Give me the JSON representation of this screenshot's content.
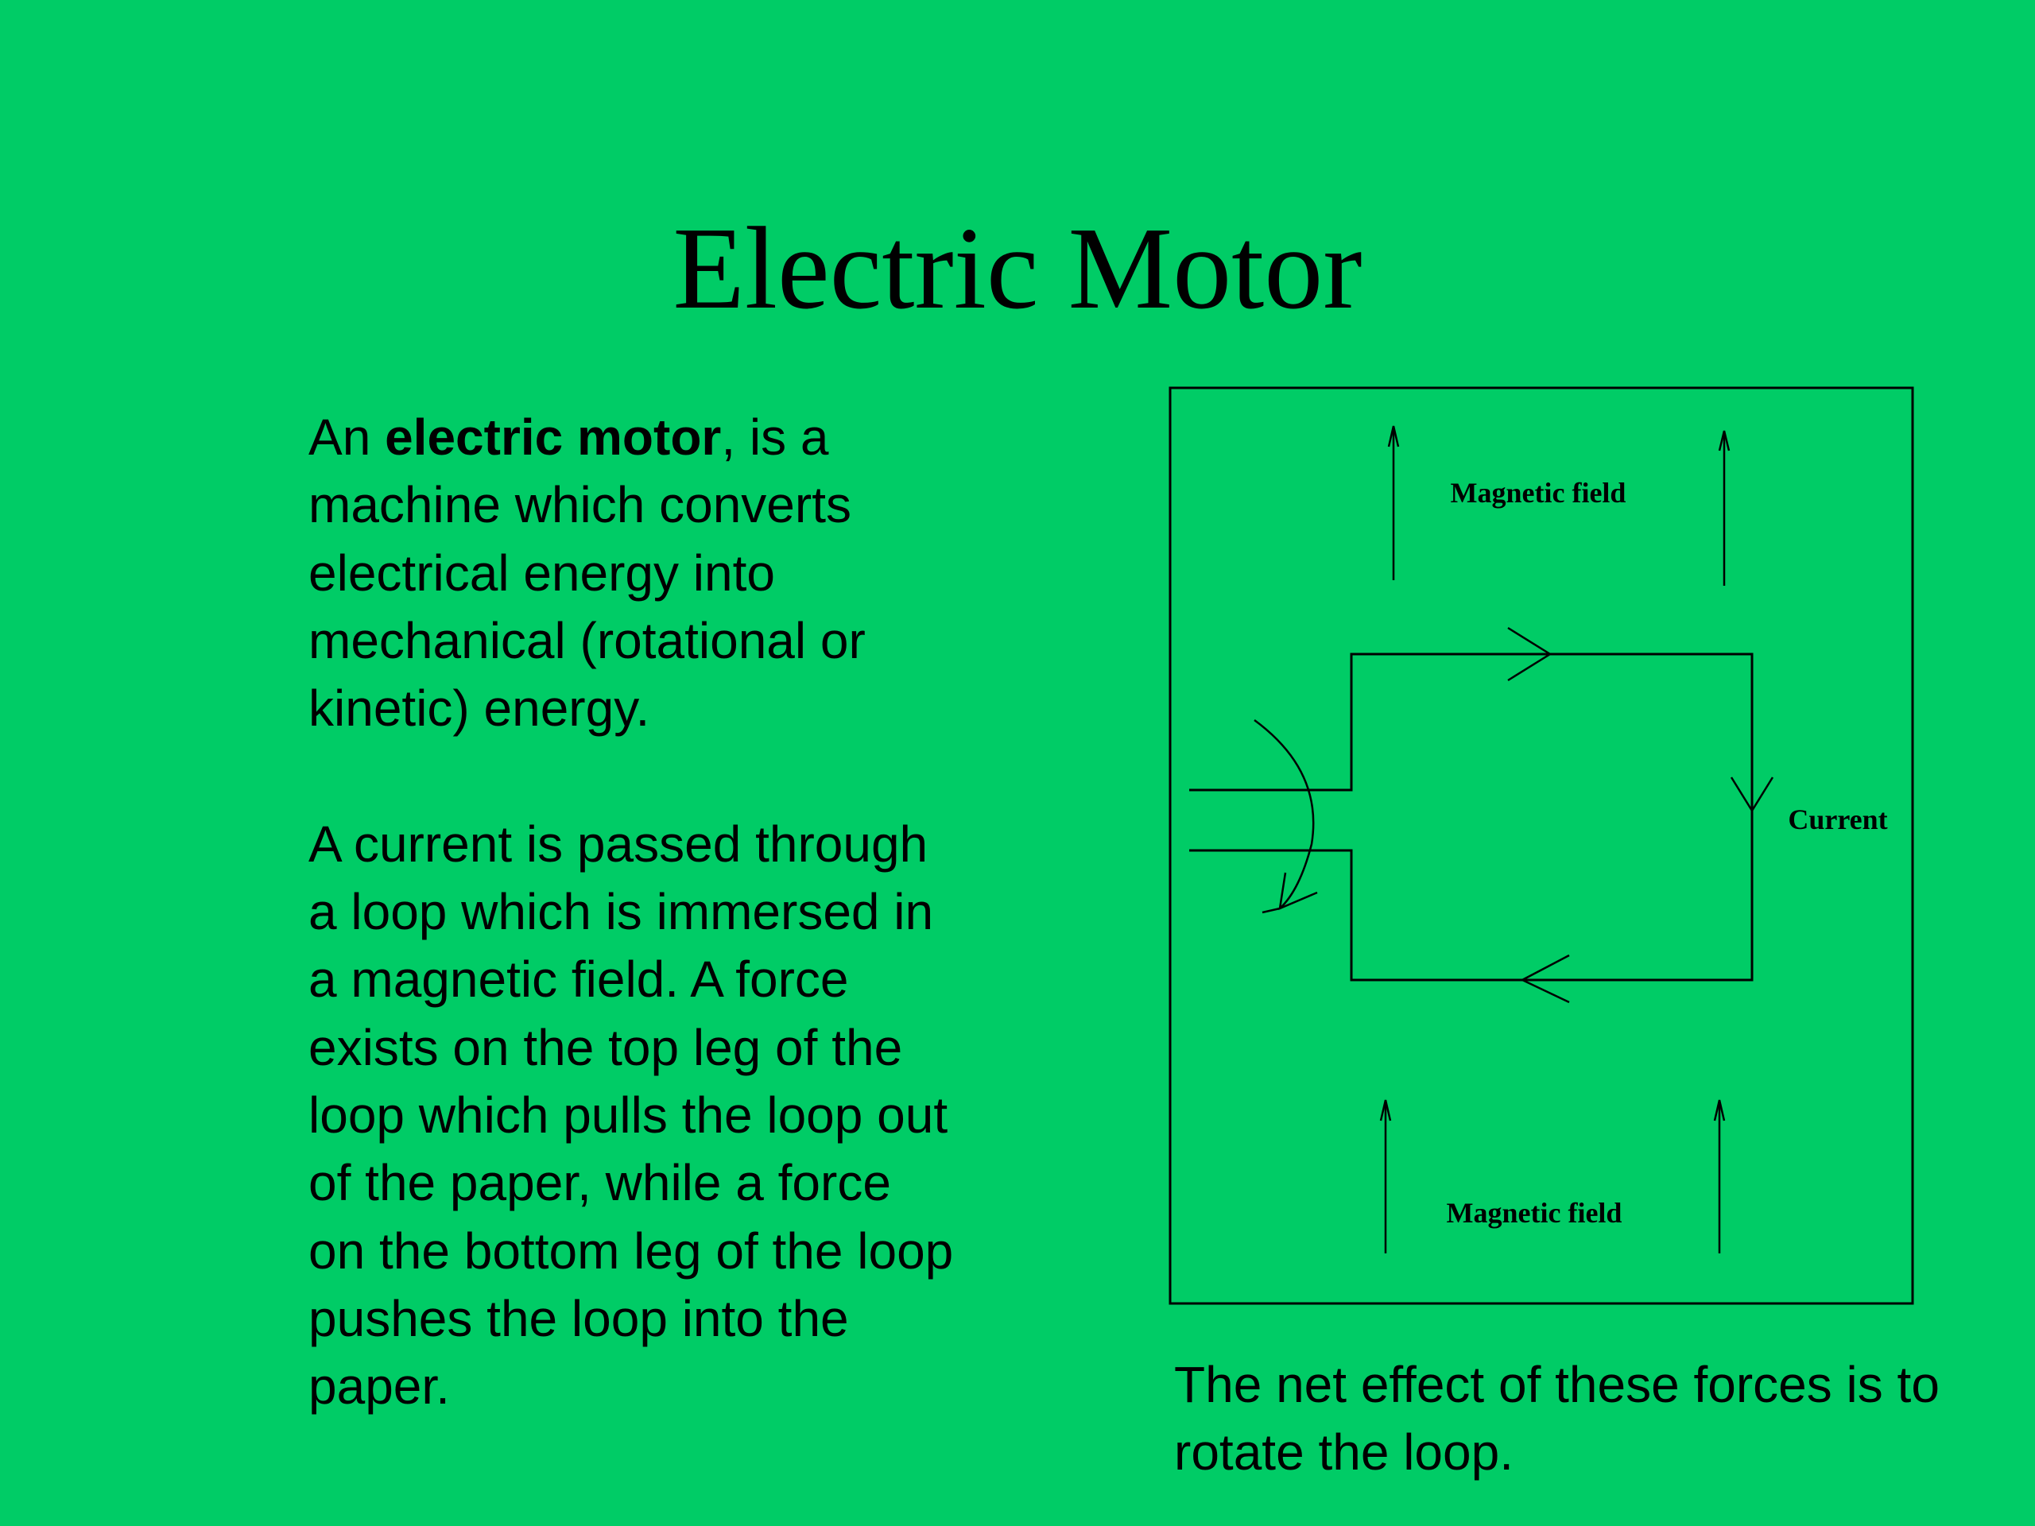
{
  "slide": {
    "background_color": "#00cc66",
    "title": "Electric Motor",
    "paragraph1": {
      "prefix": "An ",
      "bold": "electric motor",
      "rest": ", is a machine which converts electrical energy into mechanical (rotational or kinetic) energy."
    },
    "paragraph2": "A current is passed through a loop which is immersed in a magnetic field. A force exists on the top leg of the loop which pulls the loop out of the paper, while a force on the bottom leg of the loop pushes the loop into the paper.",
    "caption": "The net effect of these forces is to rotate the loop."
  },
  "diagram": {
    "labels": {
      "magnetic_field_top": "Magnetic field",
      "magnetic_field_bottom": "Magnetic field",
      "current": "Current"
    }
  }
}
